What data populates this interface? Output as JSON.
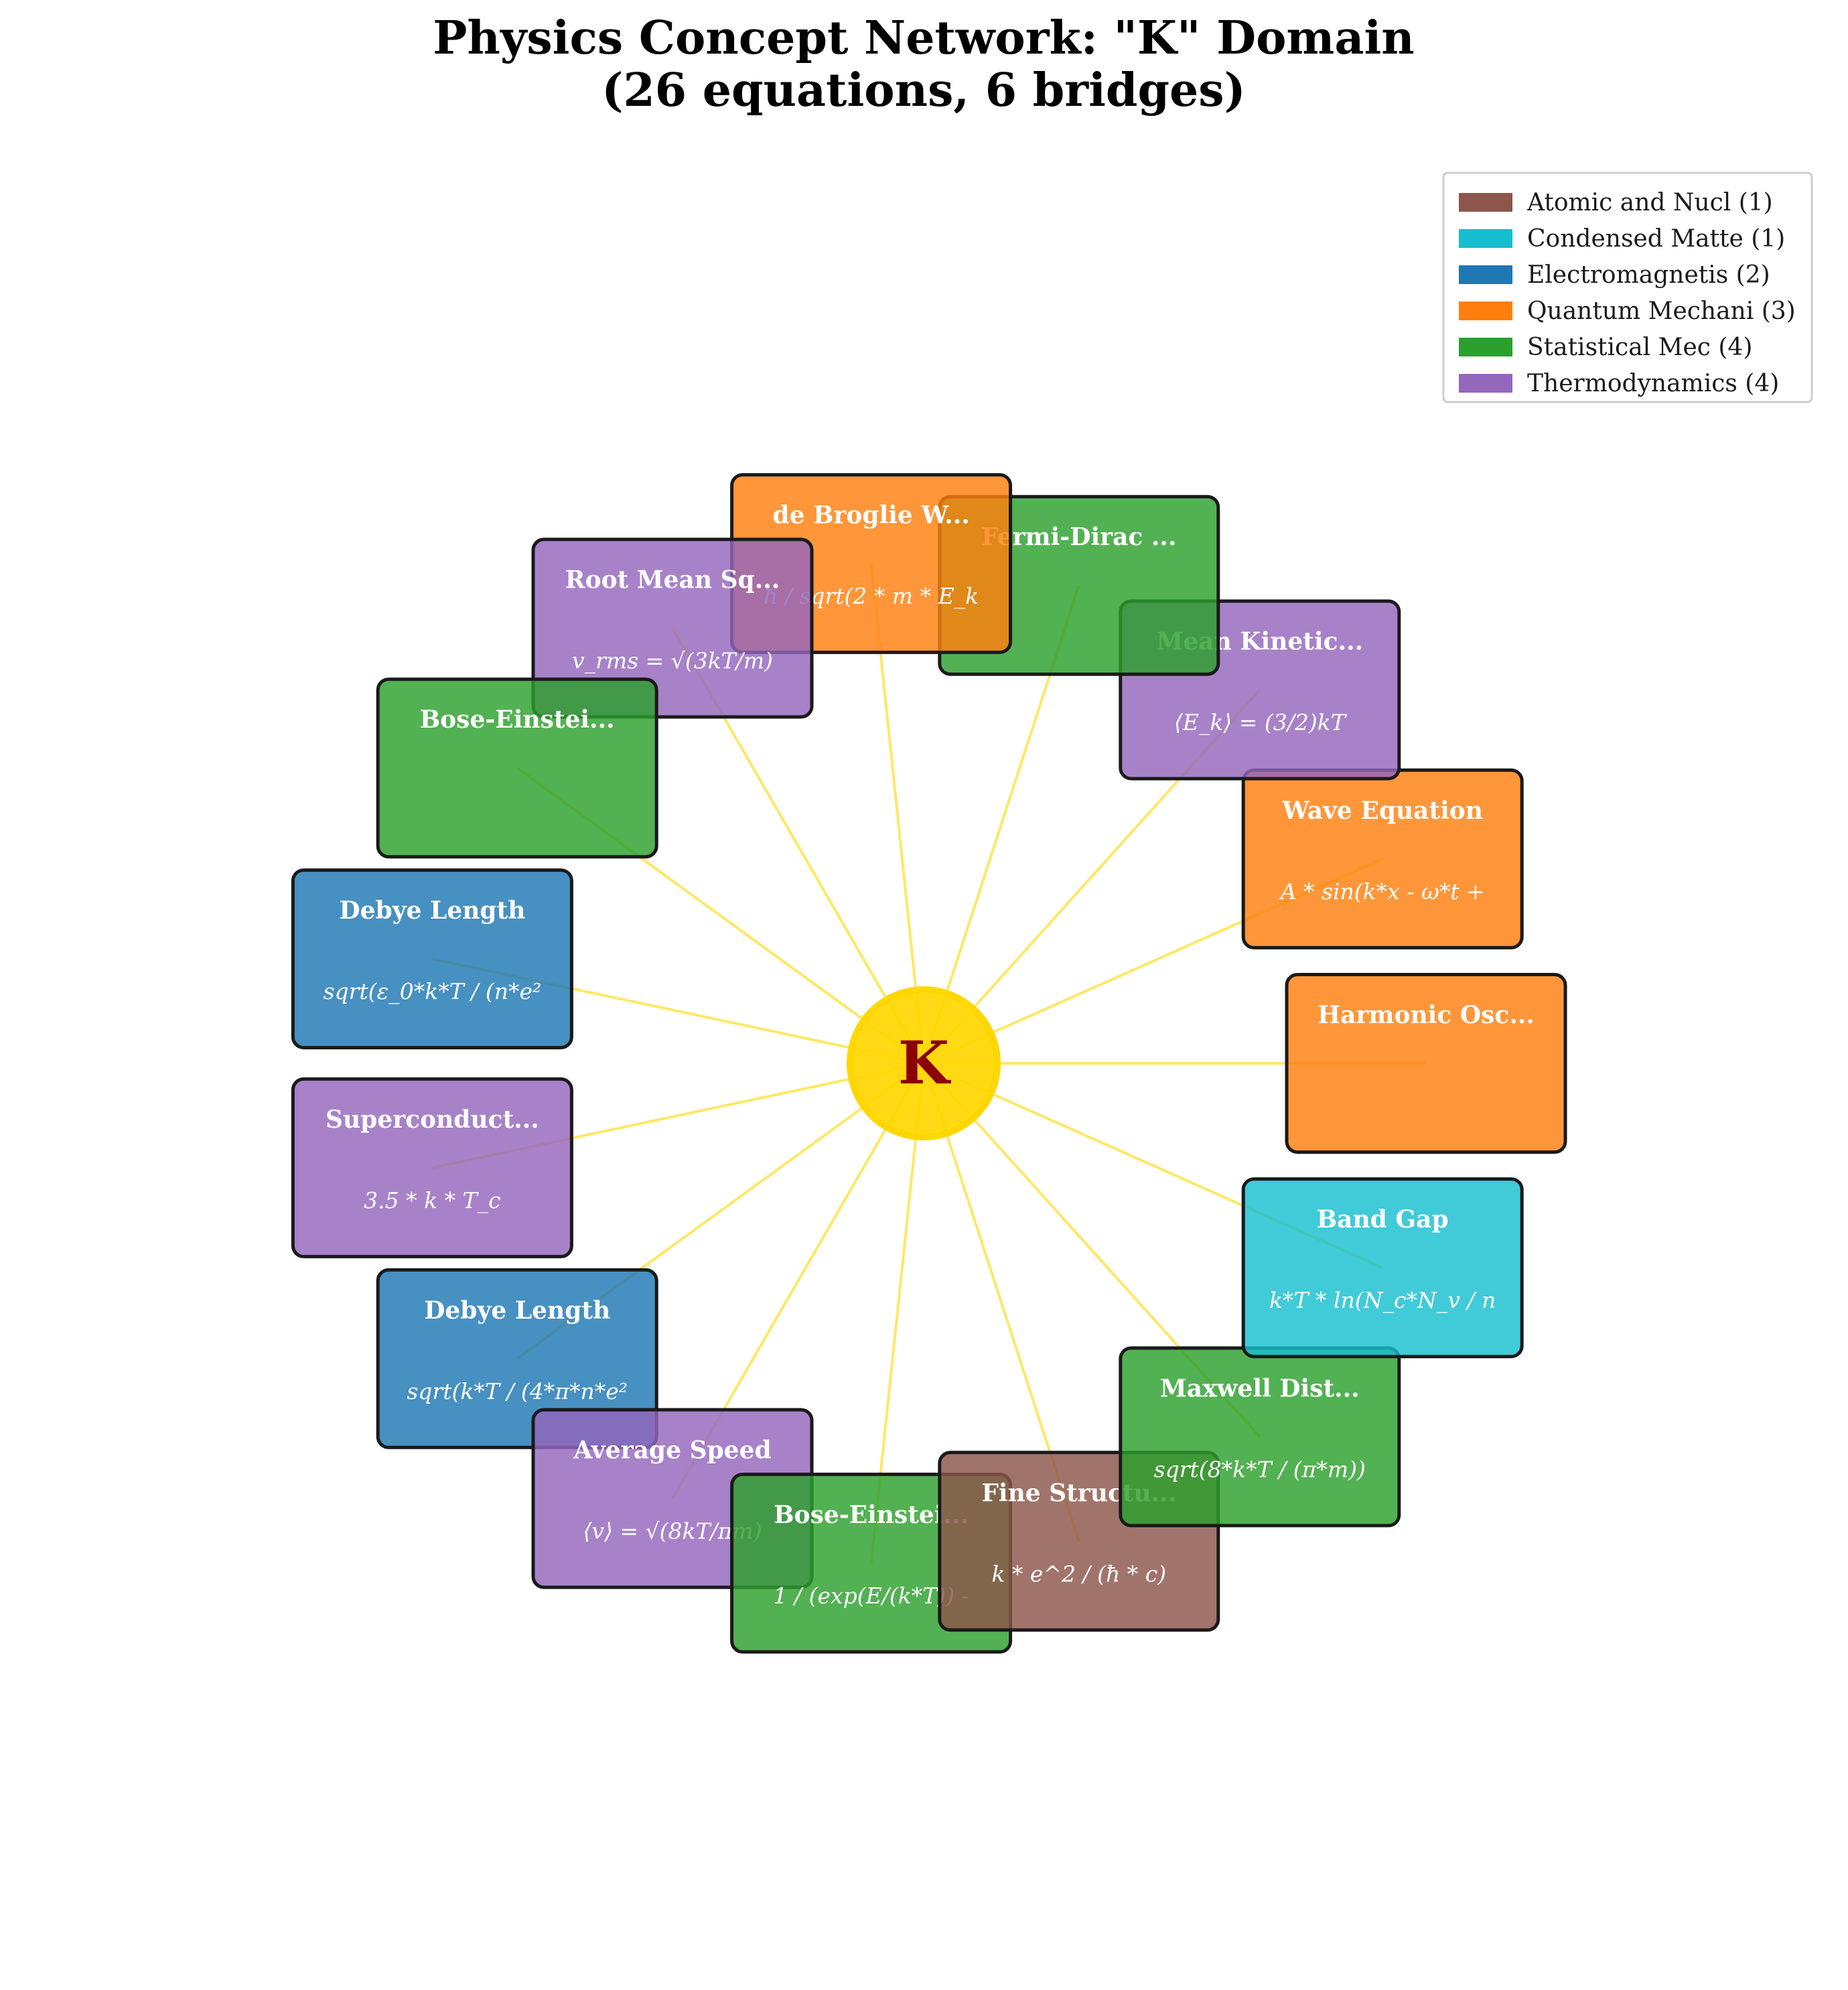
{
  "title": {
    "line1": "Physics Concept Network: \"K\" Domain",
    "line2": "(26 equations, 6 bridges)"
  },
  "hub": {
    "label": "K",
    "color": "#ffd700",
    "edge_color": "#ffd700",
    "text_color": "#8b0000"
  },
  "legend": [
    {
      "label": "Atomic and Nucl (1)",
      "color": "#8c564b"
    },
    {
      "label": "Condensed Matte (1)",
      "color": "#17becf"
    },
    {
      "label": "Electromagnetis (2)",
      "color": "#1f77b4"
    },
    {
      "label": "Quantum Mechani (3)",
      "color": "#ff7f0e"
    },
    {
      "label": "Statistical Mec (4)",
      "color": "#2ca02c"
    },
    {
      "label": "Thermodynamics (4)",
      "color": "#9467bd"
    }
  ],
  "nodes": [
    {
      "title": "Harmonic Osc...",
      "equation": "",
      "color": "#ff7f0e"
    },
    {
      "title": "Wave Equation",
      "equation": "A * sin(k*x - ω*t +",
      "color": "#ff7f0e"
    },
    {
      "title": "Mean Kinetic...",
      "equation": "⟨E_k⟩ = (3/2)kT",
      "color": "#9467bd"
    },
    {
      "title": "Fermi-Dirac ...",
      "equation": "",
      "color": "#2ca02c"
    },
    {
      "title": "de Broglie W...",
      "equation": "ħ / sqrt(2 * m * E_k",
      "color": "#ff7f0e"
    },
    {
      "title": "Root Mean Sq...",
      "equation": "v_rms = √(3kT/m)",
      "color": "#9467bd"
    },
    {
      "title": "Bose-Einstei...",
      "equation": "",
      "color": "#2ca02c"
    },
    {
      "title": "Debye Length",
      "equation": "sqrt(ε_0*k*T / (n*e²",
      "color": "#1f77b4"
    },
    {
      "title": "Superconduct...",
      "equation": "3.5 * k * T_c",
      "color": "#9467bd"
    },
    {
      "title": "Debye Length",
      "equation": "sqrt(k*T / (4*π*n*e²",
      "color": "#1f77b4"
    },
    {
      "title": "Average Speed",
      "equation": "⟨v⟩ = √(8kT/πm)",
      "color": "#9467bd"
    },
    {
      "title": "Bose-Einstei...",
      "equation": "1 / (exp(E/(k*T)) -",
      "color": "#2ca02c"
    },
    {
      "title": "Fine Structu...",
      "equation": "k * e^2 / (ħ * c)",
      "color": "#8c564b"
    },
    {
      "title": "Maxwell Dist...",
      "equation": "sqrt(8*k*T / (π*m))",
      "color": "#2ca02c"
    },
    {
      "title": "Band Gap",
      "equation": "k*T * ln(N_c*N_v / n",
      "color": "#17becf"
    }
  ]
}
